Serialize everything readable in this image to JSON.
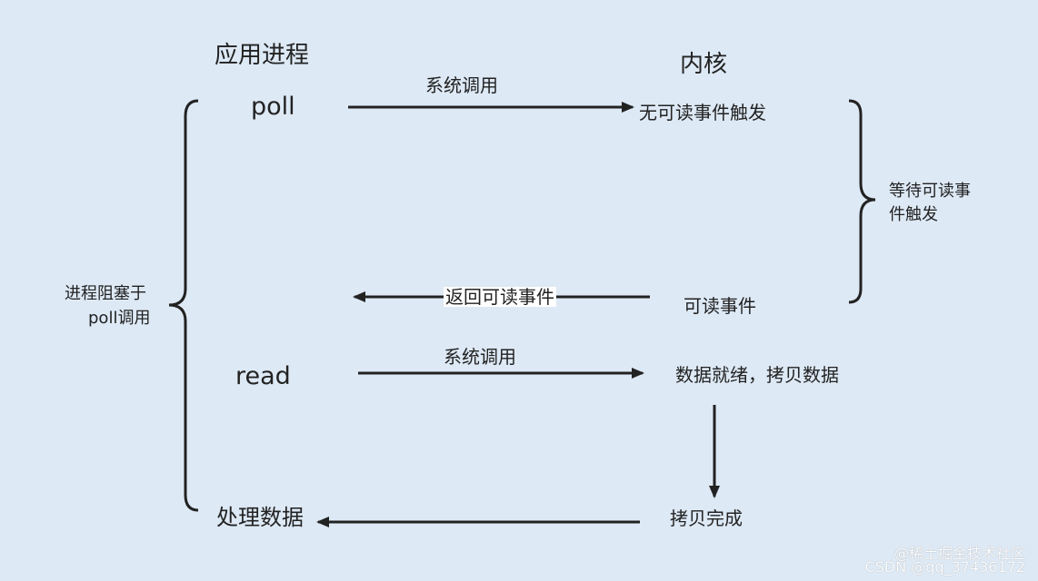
{
  "columns": {
    "app": "应用进程",
    "kernel": "内核"
  },
  "app_steps": {
    "poll": "poll",
    "read": "read",
    "process": "处理数据"
  },
  "arrows": {
    "syscall_1": "系统调用",
    "return_readable": "返回可读事件",
    "syscall_2": "系统调用"
  },
  "kernel_steps": {
    "no_event": "无可读事件触发",
    "readable": "可读事件",
    "data_ready": "数据就绪，拷贝数据",
    "copy_done": "拷贝完成"
  },
  "brace_labels": {
    "left": [
      "进程阻塞于",
      "poll调用"
    ],
    "right": [
      "等待可读事",
      "件触发"
    ]
  },
  "watermark": {
    "line1": "@稀土掘金技术社区",
    "line2": "CSDN @qq_37436172"
  },
  "colors": {
    "background": "#dde9f5",
    "line": "#222222"
  }
}
